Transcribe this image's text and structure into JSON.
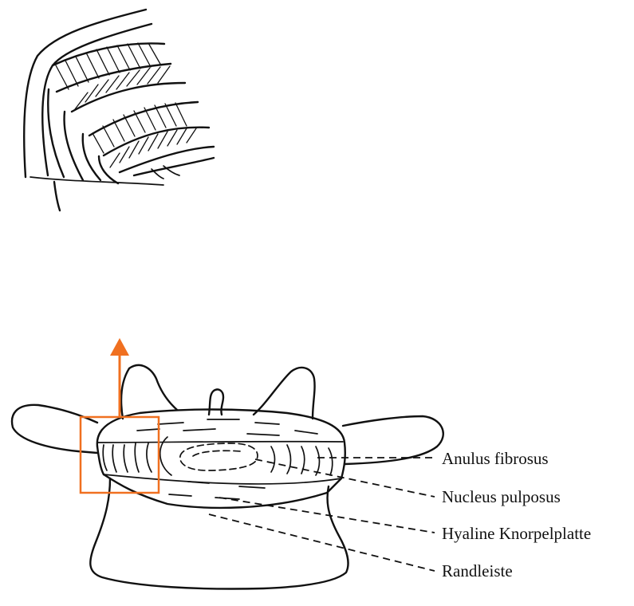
{
  "labels": {
    "anulus": "Anulus fibrosus",
    "nucleus": "Nucleus pulposus",
    "hyaline": "Hyaline Knorpelplatte",
    "randleiste": "Randleiste"
  },
  "colors": {
    "ink": "#111111",
    "highlight": "#f07020",
    "background": "#ffffff"
  }
}
